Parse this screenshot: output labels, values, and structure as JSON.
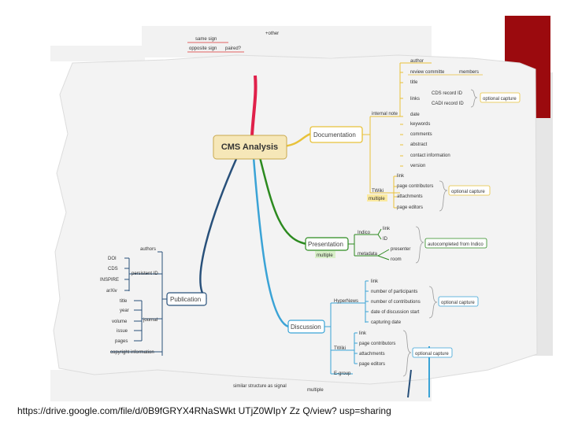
{
  "colors": {
    "documentation": "#e8c23a",
    "presentation": "#2c8a1f",
    "discussion": "#3aa3d6",
    "publication": "#28507a",
    "accent_block": "#9b0a0e"
  },
  "root": {
    "label": "CMS Analysis"
  },
  "documentation": {
    "label": "Documentation",
    "top": {
      "author": "author",
      "review": "review committe",
      "members": "members",
      "title": "title"
    },
    "internal_note": "internal note",
    "links": "links",
    "cds_record": "CDS record ID",
    "cadi_record": "CADI record ID",
    "optional_capture": "optional capture",
    "fields": [
      "date",
      "keywords",
      "comments",
      "abstract",
      "contact information",
      "version"
    ],
    "twiki": "TWiki",
    "multiple": "multiple",
    "twiki_items": [
      "link",
      "page contributors",
      "attachments",
      "page editors"
    ],
    "twiki_capture": "optional capture"
  },
  "presentation": {
    "label": "Presentation",
    "multiple": "multiple",
    "indico": "Indico",
    "metadata": "metadata",
    "indico_items": [
      "link",
      "ID"
    ],
    "metadata_items": [
      "presenter",
      "room"
    ],
    "autocompleted": "autocompleted from Indico"
  },
  "discussion": {
    "label": "Discussion",
    "hypernews": "HyperNews",
    "hypernews_items": [
      "link",
      "number of participants",
      "number of contributions",
      "date of discussion start",
      "capturing date"
    ],
    "hn_capture": "optional capture",
    "twiki": "TWiki",
    "twiki_items": [
      "link",
      "page contributors",
      "attachments",
      "page editors"
    ],
    "twiki_capture": "optional capture",
    "egroup": "E-group"
  },
  "publication": {
    "label": "Publication",
    "authors": "authors",
    "persistent_id": "persistent ID",
    "ids": [
      "DOI",
      "CDS",
      "INSPIRE",
      "arXiv"
    ],
    "journal": "journal",
    "journal_items": [
      "title",
      "year",
      "volume",
      "issue",
      "pages"
    ],
    "copyright": "copyright information"
  },
  "background_fragments": {
    "same_sign": "same sign",
    "opposite_sign": "opposite sign",
    "paired": "paired?",
    "other": "+other",
    "similar": "similar structure as signal",
    "multiple": "multiple"
  },
  "footer": {
    "url": "https://drive.google.com/file/d/0B9fGRYX4RNaSWkt UTjZ0WIpY Zz Q/view? usp=sharing"
  }
}
